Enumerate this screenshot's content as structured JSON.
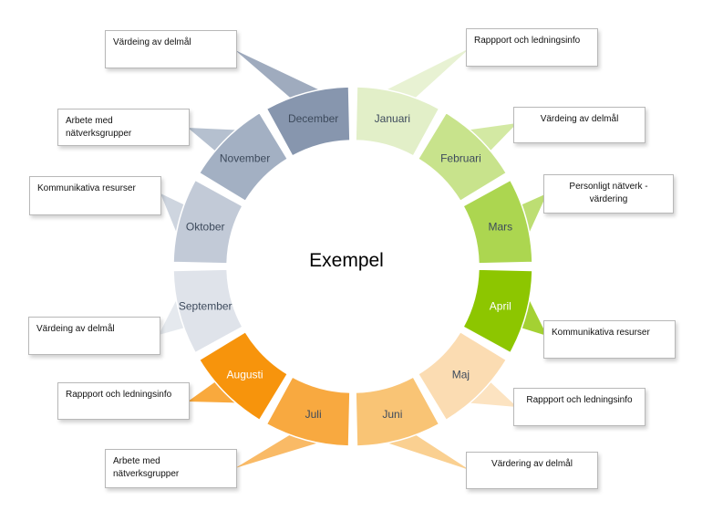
{
  "center_title": "Exempel",
  "months": [
    {
      "name": "Januari",
      "color": "#e2efc8"
    },
    {
      "name": "Februari",
      "color": "#c8e38c"
    },
    {
      "name": "Mars",
      "color": "#acd650"
    },
    {
      "name": "April",
      "color": "#8dc600"
    },
    {
      "name": "Maj",
      "color": "#fbdcb2"
    },
    {
      "name": "Juni",
      "color": "#f9c475"
    },
    {
      "name": "Juli",
      "color": "#f8a940"
    },
    {
      "name": "Augusti",
      "color": "#f7940c"
    },
    {
      "name": "September",
      "color": "#dfe3ea"
    },
    {
      "name": "Oktober",
      "color": "#c2cad7"
    },
    {
      "name": "November",
      "color": "#a3b0c3"
    },
    {
      "name": "December",
      "color": "#8796ae"
    }
  ],
  "callouts": [
    {
      "id": "jan",
      "text": "Rappport och ledningsinfo"
    },
    {
      "id": "feb",
      "text": "Värdeing av delmål"
    },
    {
      "id": "mar",
      "text": "Personligt nätverk -\nvärdering"
    },
    {
      "id": "apr",
      "text": "Kommunikativa resurser"
    },
    {
      "id": "maj",
      "text": "Rappport och ledningsinfo"
    },
    {
      "id": "jun",
      "text": "Värdering av delmål"
    },
    {
      "id": "jul",
      "text": "Arbete med\nnätverksgrupper"
    },
    {
      "id": "aug",
      "text": "Rappport och ledningsinfo"
    },
    {
      "id": "sep",
      "text": "Värdeing av delmål"
    },
    {
      "id": "okt",
      "text": "Kommunikativa resurser"
    },
    {
      "id": "nov",
      "text": "Arbete med\nnätverksgrupper"
    },
    {
      "id": "dec",
      "text": "Värdeing av delmål"
    }
  ]
}
